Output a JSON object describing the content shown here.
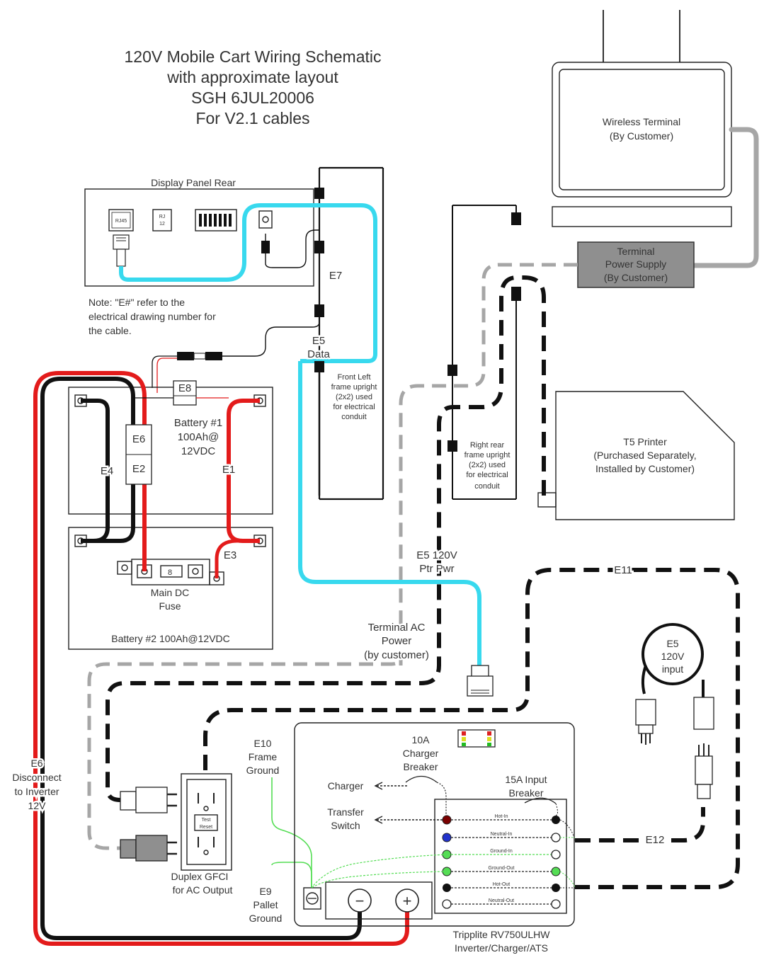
{
  "title": {
    "line1": "120V Mobile Cart Wiring Schematic",
    "line2": "with approximate layout",
    "line3": "SGH 6JUL20006",
    "line4": "For V2.1 cables"
  },
  "display_panel": {
    "label": "Display Panel Rear",
    "rj45": "RJ45",
    "rj12_a": "RJ",
    "rj12_b": "12"
  },
  "note": {
    "line1": "Note: \"E#\" refer to the",
    "line2": "electrical drawing number for",
    "line3": "the cable."
  },
  "wireless_terminal": {
    "line1": "Wireless Terminal",
    "line2": "(By Customer)"
  },
  "terminal_power_supply": {
    "line1": "Terminal",
    "line2": "Power Supply",
    "line3": "(By Customer)"
  },
  "printer": {
    "line1": "T5 Printer",
    "line2": "(Purchased Separately,",
    "line3": "Installed by Customer)"
  },
  "front_left_upright": {
    "l1": "Front Left",
    "l2": "frame upright",
    "l3": "(2x2) used",
    "l4": "for electrical",
    "l5": "conduit"
  },
  "right_rear_upright": {
    "l1": "Right rear",
    "l2": "frame upright",
    "l3": "(2x2) used",
    "l4": "for electrical",
    "l5": "conduit"
  },
  "battery1": {
    "line1": "Battery #1",
    "line2": "100Ah@",
    "line3": "12VDC"
  },
  "battery2": {
    "label": "Battery #2 100Ah@12VDC"
  },
  "fuse": {
    "line1": "Main DC",
    "line2": "Fuse",
    "mark": "8"
  },
  "cables": {
    "e1": "E1",
    "e2": "E2",
    "e3": "E3",
    "e4": "E4",
    "e6": "E6",
    "e7": "E7",
    "e8": "E8",
    "e5_data_1": "E5",
    "e5_data_2": "Data",
    "e5_ptr_1": "E5 120V",
    "e5_ptr_2": "Ptr Pwr",
    "e11": "E11",
    "e12": "E12",
    "e5_input_1": "E5",
    "e5_input_2": "120V",
    "e5_input_3": "input"
  },
  "terminal_ac": {
    "line1": "Terminal AC",
    "line2": "Power",
    "line3": "(by customer)"
  },
  "e6_disconnect": {
    "line1": "E6",
    "line2": "Disconnect",
    "line3": "to Inverter",
    "line4": "12V"
  },
  "e10": {
    "line1": "E10",
    "line2": "Frame",
    "line3": "Ground"
  },
  "e9": {
    "line1": "E9",
    "line2": "Pallet",
    "line3": "Ground"
  },
  "gfci": {
    "line1": "Duplex GFCI",
    "line2": "for AC  Output",
    "test": "Test",
    "reset": "Reset"
  },
  "inverter": {
    "breaker_10a_1": "10A",
    "breaker_10a_2": "Charger",
    "breaker_10a_3": "Breaker",
    "breaker_15a_1": "15A Input",
    "breaker_15a_2": "Breaker",
    "charger": "Charger",
    "transfer_1": "Transfer",
    "transfer_2": "Switch",
    "terminals": [
      "Hot-In",
      "Neutral-In",
      "Ground-In",
      "Ground-Out",
      "Hot-Out",
      "Neutral-Out"
    ],
    "model_1": "Tripplite RV750ULHW",
    "model_2": "Inverter/Charger/ATS",
    "minus": "−",
    "plus": "+"
  },
  "colors": {
    "cyan": "#38d9ee",
    "red": "#e31b1b",
    "black": "#111111",
    "gray": "#a6a6a6",
    "green": "#55dd55",
    "power_supply_fill": "#8f8f8f"
  }
}
